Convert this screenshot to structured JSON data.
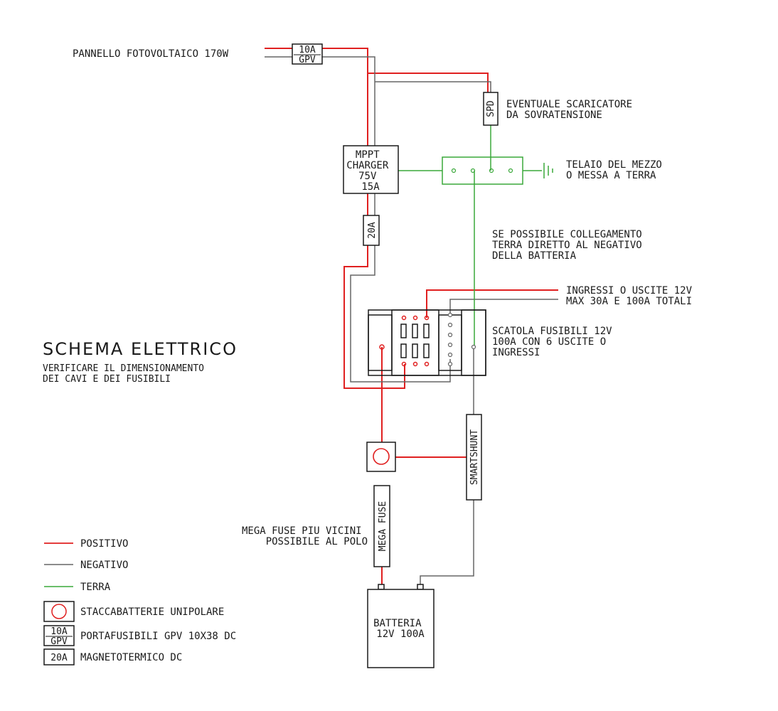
{
  "title": "SCHEMA ELETTRICO",
  "subtitle_lines": [
    "VERIFICARE IL DIMENSIONAMENTO",
    "DEI CAVI E DEI FUSIBILI"
  ],
  "colors": {
    "positive": "#e02020",
    "negative": "#666666",
    "ground": "#3aa83a",
    "stroke": "#1a1a1a"
  },
  "components": {
    "pv_panel": "PANNELLO FOTOVOLTAICO 170W",
    "gpv_fuse": [
      "10A",
      "GPV"
    ],
    "spd": "SPD",
    "spd_note": [
      "EVENTUALE SCARICATORE",
      "DA SOVRATENSIONE"
    ],
    "mppt": [
      "MPPT",
      "CHARGER",
      "75V",
      "15A"
    ],
    "ground_note": [
      "TELAIO DEL MEZZO",
      "O MESSA A TERRA"
    ],
    "breaker": "20A",
    "ground_battery_note": [
      "SE POSSIBILE COLLEGAMENTO",
      "TERRA DIRETTO AL NEGATIVO",
      "DELLA BATTERIA"
    ],
    "io_note": [
      "INGRESSI O USCITE 12V",
      "MAX 30A E 100A TOTALI"
    ],
    "fusebox_note": [
      "SCATOLA FUSIBILI 12V",
      "100A CON 6 USCITE O",
      "INGRESSI"
    ],
    "smartshunt": "SMARTSHUNT",
    "mega_fuse": "MEGA FUSE",
    "mega_fuse_note": [
      "MEGA FUSE PIU VICINI",
      "POSSIBILE AL POLO"
    ],
    "battery": [
      "BATTERIA",
      "12V 100A"
    ]
  },
  "legend": {
    "positive": "POSITIVO",
    "negative": "NEGATIVO",
    "ground": "TERRA",
    "switch": "STACCABATTERIE UNIPOLARE",
    "gpv_symbol": [
      "10A",
      "GPV"
    ],
    "gpv_desc": "PORTAFUSIBILI GPV 10X38 DC",
    "breaker_symbol": "20A",
    "breaker_desc": "MAGNETOTERMICO DC"
  }
}
